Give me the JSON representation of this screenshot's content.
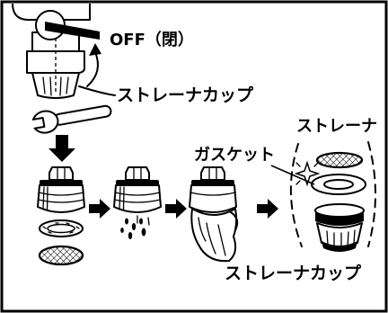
{
  "labels": {
    "off": "OFF（閉）",
    "strainer_cup_top": "ストレーナカップ",
    "strainer": "ストレーナ",
    "gasket": "ガスケット",
    "strainer_cup_bottom": "ストレーナカップ"
  },
  "colors": {
    "line": "#000000",
    "background": "#ffffff"
  }
}
